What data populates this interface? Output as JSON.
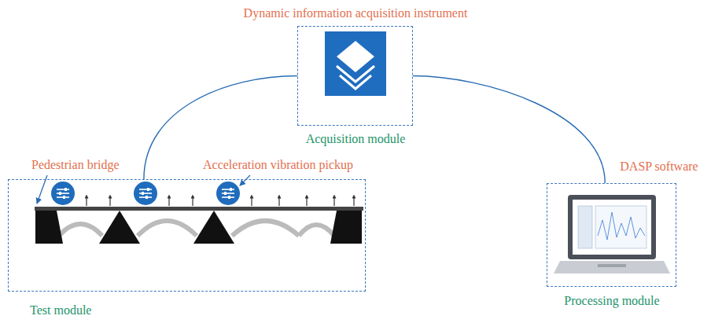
{
  "diagram": {
    "nodes": [
      {
        "text": [
          "Dynamic information acquisition instrument",
          "Acquisition module"
        ]
      },
      {
        "text": [
          "Test module"
        ]
      },
      {
        "text": [
          "DASP software",
          "Processing module"
        ]
      }
    ],
    "edges": [
      {
        "from": 0,
        "to": 1,
        "arrow": "none"
      },
      {
        "from": 0,
        "to": 2,
        "arrow": "none"
      }
    ],
    "labels": [
      "Pedestrian bridge",
      "Acceleration vibration pickup"
    ]
  }
}
